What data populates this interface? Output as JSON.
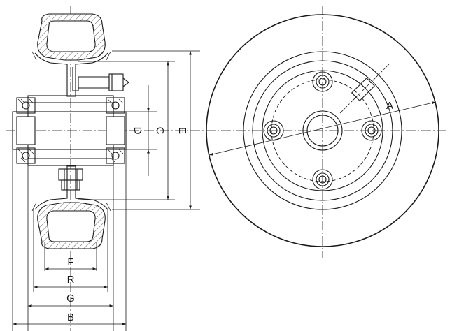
{
  "figure": {
    "dimension_labels": {
      "A": "A",
      "B": "B",
      "C": "C",
      "D": "D",
      "E": "E",
      "F": "F",
      "G": "G",
      "R": "R"
    }
  }
}
